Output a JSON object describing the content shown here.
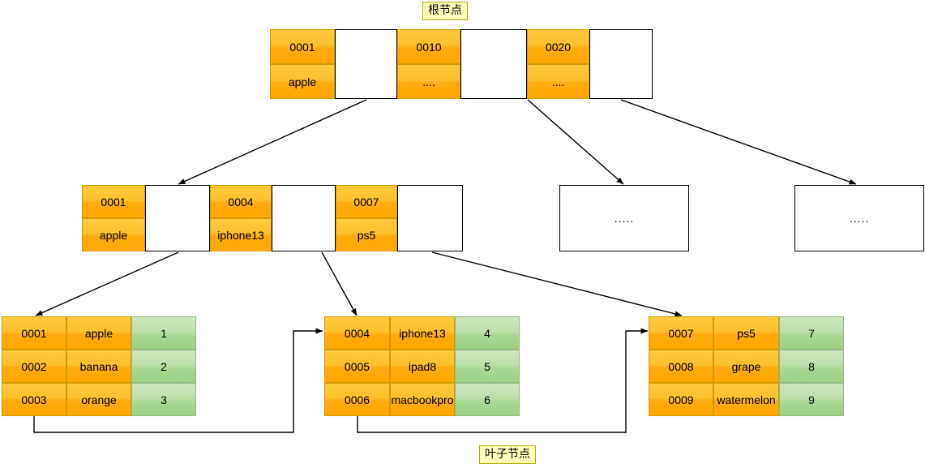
{
  "captions": {
    "root": "根节点",
    "leaf": "叶子节点"
  },
  "colors": {
    "key_orange": "#ffa800",
    "key_orange_light": "#ffcb3d",
    "pointer_white": "#ffffff",
    "value_green": "#a8d68f",
    "caption_bg": "#ffffbb",
    "caption_border": "#b0b000",
    "line": "#000000"
  },
  "root_node": {
    "entries": [
      {
        "key": "0001",
        "value": "apple",
        "pointer": ""
      },
      {
        "key": "0010",
        "value": "....",
        "pointer": ""
      },
      {
        "key": "0020",
        "value": "....",
        "pointer": ""
      }
    ]
  },
  "internal_level": {
    "nodes": [
      {
        "type": "entries",
        "entries": [
          {
            "key": "0001",
            "value": "apple",
            "pointer": ""
          },
          {
            "key": "0004",
            "value": "iphone13",
            "pointer": ""
          },
          {
            "key": "0007",
            "value": "ps5",
            "pointer": ""
          }
        ]
      },
      {
        "type": "placeholder",
        "text": "....."
      },
      {
        "type": "placeholder",
        "text": "....."
      }
    ]
  },
  "leaf_level": {
    "nodes": [
      {
        "rows": [
          {
            "key": "0001",
            "name": "apple",
            "num": "1"
          },
          {
            "key": "0002",
            "name": "banana",
            "num": "2"
          },
          {
            "key": "0003",
            "name": "orange",
            "num": "3"
          }
        ]
      },
      {
        "rows": [
          {
            "key": "0004",
            "name": "iphone13",
            "num": "4"
          },
          {
            "key": "0005",
            "name": "ipad8",
            "num": "5"
          },
          {
            "key": "0006",
            "name": "macbookpro",
            "num": "6"
          }
        ]
      },
      {
        "rows": [
          {
            "key": "0007",
            "name": "ps5",
            "num": "7"
          },
          {
            "key": "0008",
            "name": "grape",
            "num": "8"
          },
          {
            "key": "0009",
            "name": "watermelon",
            "num": "9"
          }
        ]
      }
    ]
  }
}
